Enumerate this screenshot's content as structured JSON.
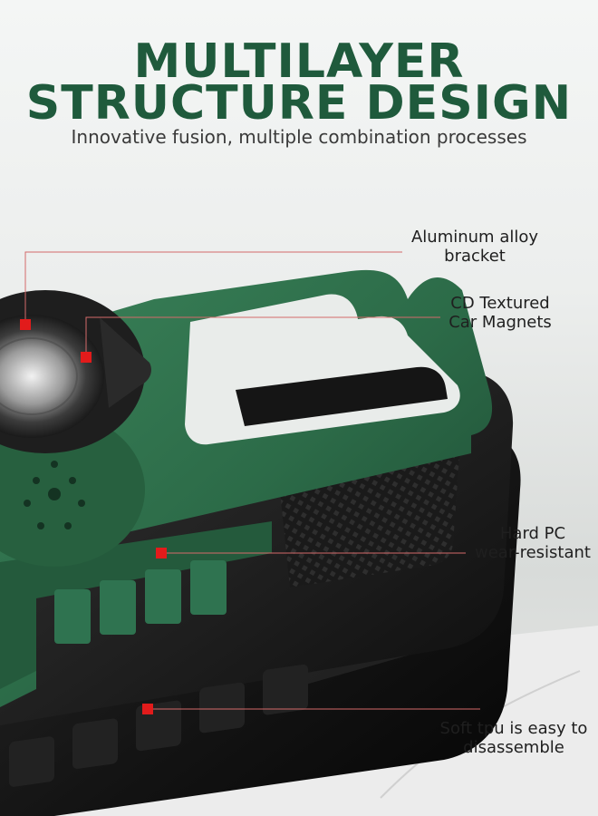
{
  "title": {
    "line1": "MULTILAYER",
    "line2": "STRUCTURE DESIGN"
  },
  "subtitle": "Innovative fusion, multiple combination processes",
  "callouts": [
    {
      "id": "aluminum",
      "line1": "Aluminum alloy",
      "line2": "bracket"
    },
    {
      "id": "cd",
      "line1": "CD Textured",
      "line2": "Car Magnets"
    },
    {
      "id": "pc",
      "line1": "Hard PC",
      "line2": "wear-resistant"
    },
    {
      "id": "tpu",
      "line1": "Soft tpu is easy to",
      "line2": "disassemble"
    }
  ],
  "colors": {
    "title": "#1f5a3c",
    "frame_green": "#2c6b48",
    "frame_green_dark": "#1d4a32",
    "marker_red": "#e21b1b",
    "leader_line": "#d46a6a",
    "phone_black": "#161616"
  }
}
